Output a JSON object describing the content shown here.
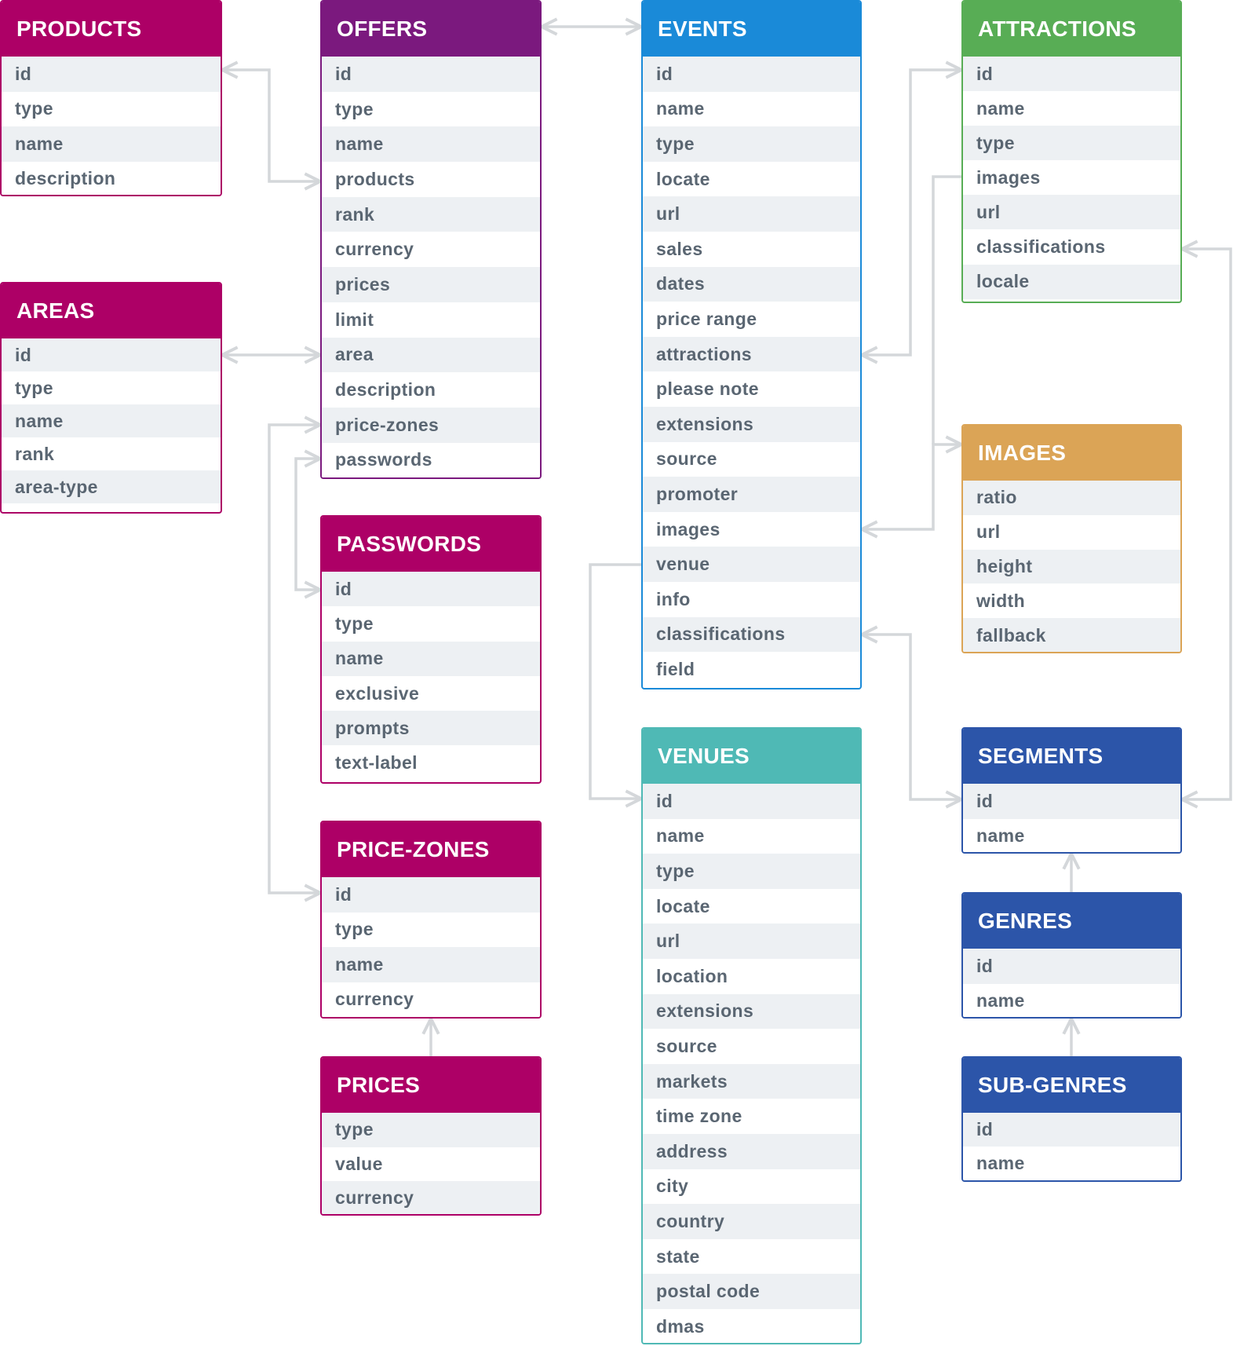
{
  "tables": [
    {
      "key": "products",
      "title": "PRODUCTS",
      "color": "#ad0066",
      "fields": [
        "id",
        "type",
        "name",
        "description"
      ]
    },
    {
      "key": "areas",
      "title": "AREAS",
      "color": "#ad0066",
      "fields": [
        "id",
        "type",
        "name",
        "rank",
        "area-type"
      ]
    },
    {
      "key": "offers",
      "title": "OFFERS",
      "color": "#7b197e",
      "fields": [
        "id",
        "type",
        "name",
        "products",
        "rank",
        "currency",
        "prices",
        "limit",
        "area",
        "description",
        "price-zones",
        "passwords"
      ]
    },
    {
      "key": "passwords",
      "title": "PASSWORDS",
      "color": "#ad0066",
      "fields": [
        "id",
        "type",
        "name",
        "exclusive",
        "prompts",
        "text-label"
      ]
    },
    {
      "key": "price-zones",
      "title": "PRICE-ZONES",
      "color": "#ad0066",
      "fields": [
        "id",
        "type",
        "name",
        "currency"
      ]
    },
    {
      "key": "prices",
      "title": "PRICES",
      "color": "#ad0066",
      "fields": [
        "type",
        "value",
        "currency"
      ]
    },
    {
      "key": "events",
      "title": "EVENTS",
      "color": "#1a8ad8",
      "fields": [
        "id",
        "name",
        "type",
        "locate",
        "url",
        "sales",
        "dates",
        "price range",
        "attractions",
        "please note",
        "extensions",
        "source",
        "promoter",
        "images",
        "venue",
        "info",
        "classifications",
        "field"
      ]
    },
    {
      "key": "venues",
      "title": "VENUES",
      "color": "#4fb9b5",
      "fields": [
        "id",
        "name",
        "type",
        "locate",
        "url",
        "location",
        "extensions",
        "source",
        "markets",
        "time zone",
        "address",
        "city",
        "country",
        "state",
        "postal code",
        "dmas"
      ]
    },
    {
      "key": "attractions",
      "title": "ATTRACTIONS",
      "color": "#58ad55",
      "fields": [
        "id",
        "name",
        "type",
        "images",
        "url",
        "classifications",
        "locale"
      ]
    },
    {
      "key": "images",
      "title": "IMAGES",
      "color": "#dba456",
      "fields": [
        "ratio",
        "url",
        "height",
        "width",
        "fallback"
      ]
    },
    {
      "key": "segments",
      "title": "SEGMENTS",
      "color": "#2c55a9",
      "fields": [
        "id",
        "name"
      ]
    },
    {
      "key": "genres",
      "title": "GENRES",
      "color": "#2c55a9",
      "fields": [
        "id",
        "name"
      ]
    },
    {
      "key": "sub-genres",
      "title": "SUB-GENRES",
      "color": "#2c55a9",
      "fields": [
        "id",
        "name"
      ]
    }
  ]
}
